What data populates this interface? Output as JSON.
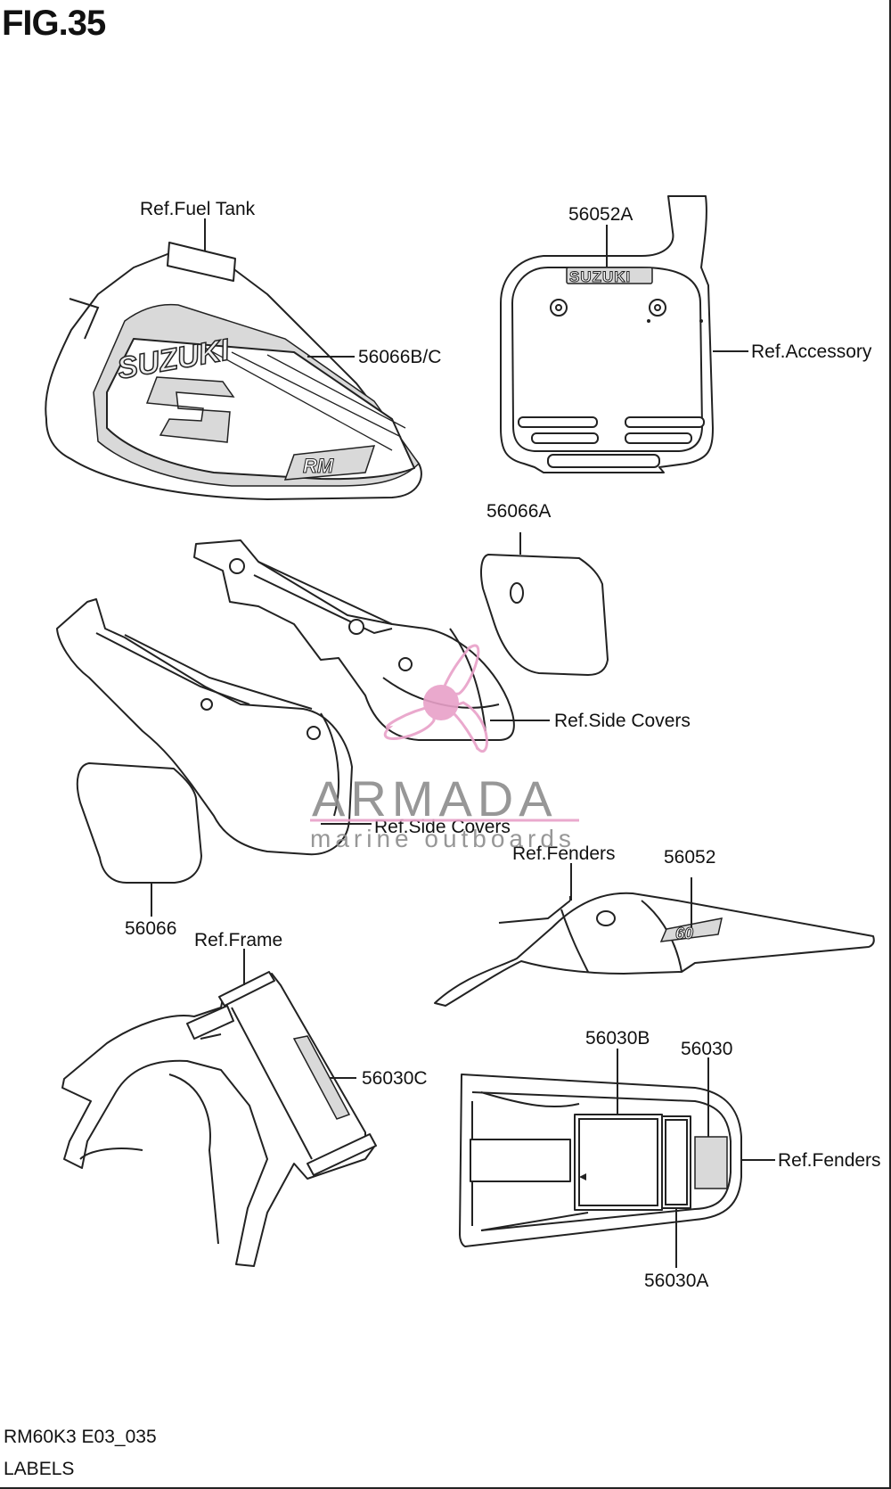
{
  "figure": {
    "number": "FIG.35"
  },
  "footer": {
    "code": "RM60K3 E03_035",
    "title": "LABELS"
  },
  "labels": {
    "ref_fuel_tank": "Ref.Fuel Tank",
    "p56066bc": "56066B/C",
    "p56052a": "56052A",
    "ref_accessory": "Ref.Accessory",
    "p56066a": "56066A",
    "ref_side_covers_1": "Ref.Side Covers",
    "ref_side_covers_2": "Ref.Side Covers",
    "p56066": "56066",
    "ref_fenders_1": "Ref.Fenders",
    "p56052": "56052",
    "ref_frame": "Ref.Frame",
    "p56030c": "56030C",
    "p56030b": "56030B",
    "p56030": "56030",
    "ref_fenders_2": "Ref.Fenders",
    "p56030a": "56030A"
  },
  "decals": {
    "tank_brand": "SUZUKI",
    "plate_brand": "SUZUKI",
    "tank_model": "RM",
    "fender_number": "60"
  },
  "watermark": {
    "brand": "ARMADA",
    "tagline": "marine outboards",
    "color": "#e8a0c8"
  }
}
